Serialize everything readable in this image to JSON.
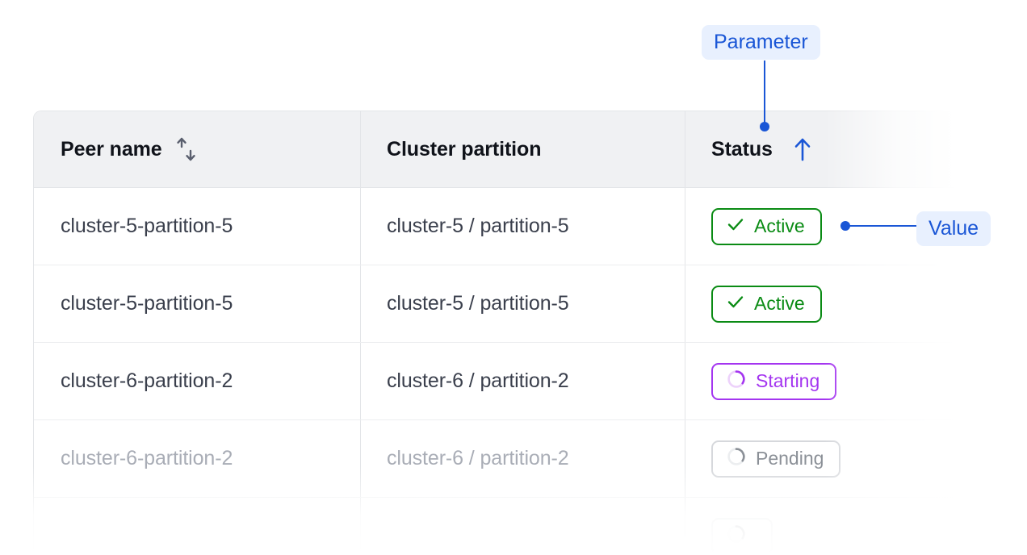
{
  "table": {
    "columns": [
      {
        "key": "peer_name",
        "label": "Peer name",
        "sort_icon": "sort-updown-icon",
        "sort_state": "none"
      },
      {
        "key": "cluster_partition",
        "label": "Cluster partition",
        "sort_icon": null,
        "sort_state": "none"
      },
      {
        "key": "status",
        "label": "Status",
        "sort_icon": "sort-up-icon",
        "sort_state": "ascending"
      }
    ],
    "rows": [
      {
        "peer_name": "cluster-5-partition-5",
        "cluster_partition": "cluster-5 / partition-5",
        "status": "Active",
        "status_variant": "active",
        "status_icon": "check-icon",
        "muted": false
      },
      {
        "peer_name": "cluster-5-partition-5",
        "cluster_partition": "cluster-5 / partition-5",
        "status": "Active",
        "status_variant": "active",
        "status_icon": "check-icon",
        "muted": false
      },
      {
        "peer_name": "cluster-6-partition-2",
        "cluster_partition": "cluster-6 / partition-2",
        "status": "Starting",
        "status_variant": "starting",
        "status_icon": "spinner-icon",
        "muted": false
      },
      {
        "peer_name": "cluster-6-partition-2",
        "cluster_partition": "cluster-6 / partition-2",
        "status": "Pending",
        "status_variant": "pending",
        "status_icon": "spinner-icon",
        "muted": true
      },
      {
        "peer_name": "",
        "cluster_partition": "",
        "status": "",
        "status_variant": "pending",
        "status_icon": "spinner-icon",
        "muted": true
      }
    ]
  },
  "annotations": {
    "parameter": {
      "label": "Parameter",
      "target": "status-column-header"
    },
    "value": {
      "label": "Value",
      "target": "status-badge-row-1"
    }
  },
  "colors": {
    "accent_blue": "#1a56d6",
    "annotation_pill_bg": "#e8f0fe",
    "status_active": "#0a8b14",
    "status_starting": "#a435f0",
    "status_pending": "#8b9097",
    "header_bg": "#f0f1f3",
    "border": "#e3e5e8",
    "text_primary": "#10131a",
    "text_body": "#3a3f4c",
    "text_muted": "#a9adb6"
  }
}
